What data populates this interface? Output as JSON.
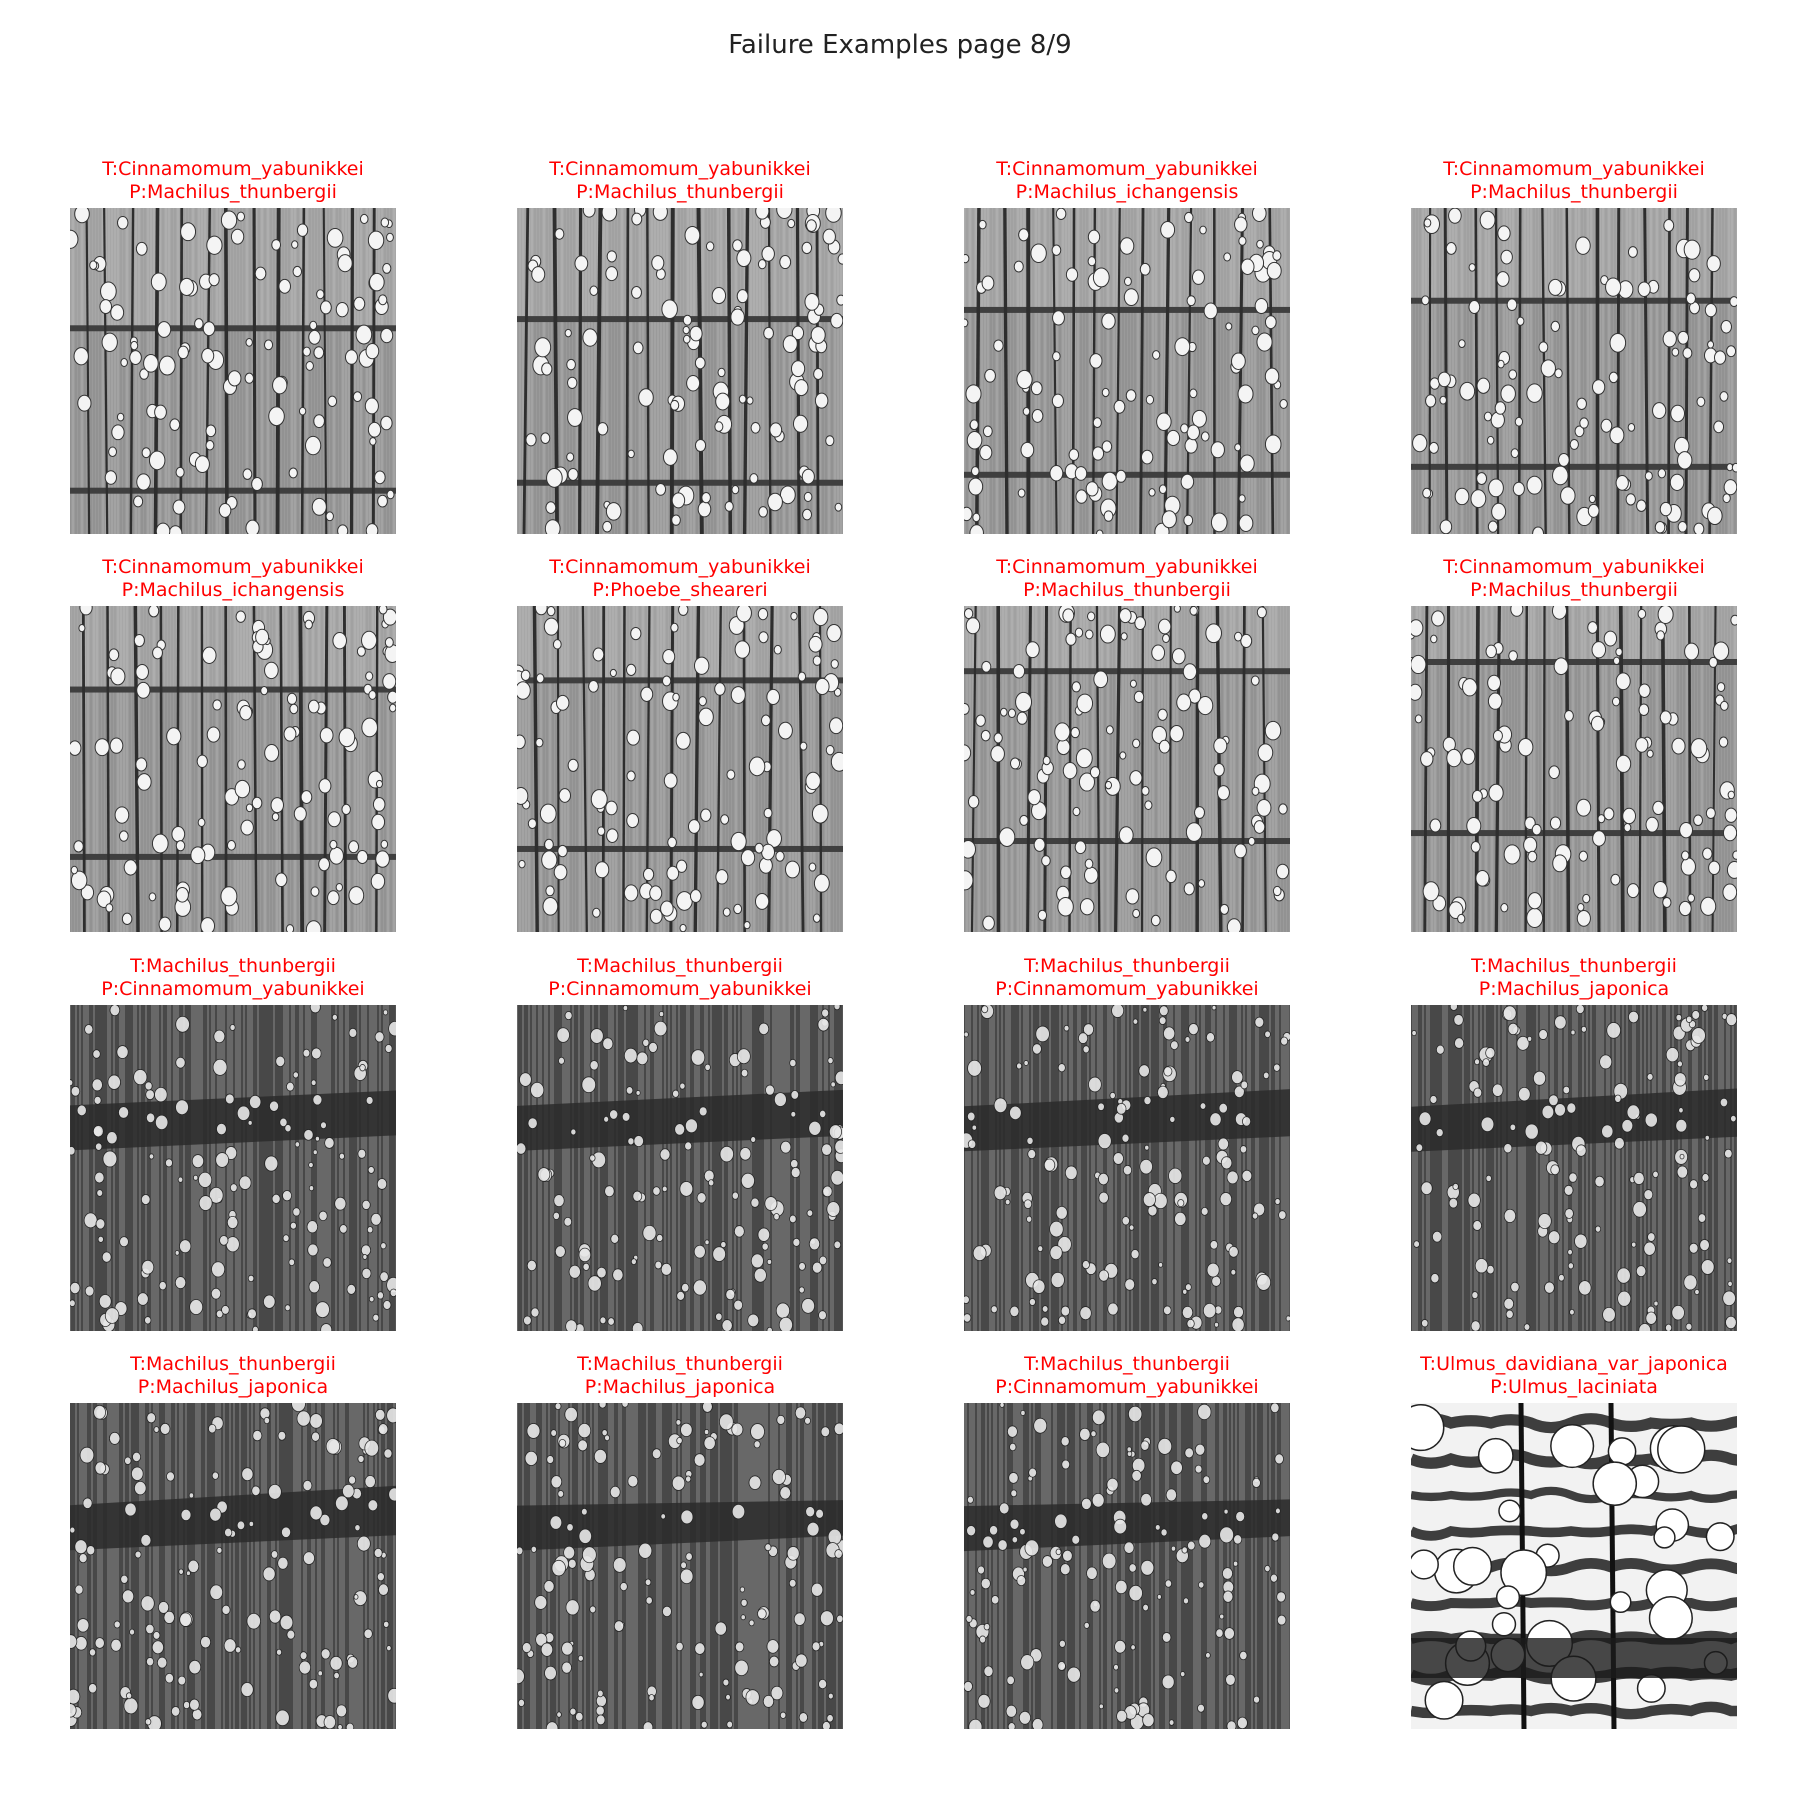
{
  "figure": {
    "title": "Failure Examples page 8/9"
  },
  "panels": [
    {
      "true_label": "T:Cinnamomum_yabunikkei",
      "pred_label": "P:Machilus_thunbergii",
      "texture": "light"
    },
    {
      "true_label": "T:Cinnamomum_yabunikkei",
      "pred_label": "P:Machilus_thunbergii",
      "texture": "light"
    },
    {
      "true_label": "T:Cinnamomum_yabunikkei",
      "pred_label": "P:Machilus_ichangensis",
      "texture": "light"
    },
    {
      "true_label": "T:Cinnamomum_yabunikkei",
      "pred_label": "P:Machilus_thunbergii",
      "texture": "light"
    },
    {
      "true_label": "T:Cinnamomum_yabunikkei",
      "pred_label": "P:Machilus_ichangensis",
      "texture": "light"
    },
    {
      "true_label": "T:Cinnamomum_yabunikkei",
      "pred_label": "P:Phoebe_sheareri",
      "texture": "light"
    },
    {
      "true_label": "T:Cinnamomum_yabunikkei",
      "pred_label": "P:Machilus_thunbergii",
      "texture": "light"
    },
    {
      "true_label": "T:Cinnamomum_yabunikkei",
      "pred_label": "P:Machilus_thunbergii",
      "texture": "light"
    },
    {
      "true_label": "T:Machilus_thunbergii",
      "pred_label": "P:Cinnamomum_yabunikkei",
      "texture": "dark"
    },
    {
      "true_label": "T:Machilus_thunbergii",
      "pred_label": "P:Cinnamomum_yabunikkei",
      "texture": "dark"
    },
    {
      "true_label": "T:Machilus_thunbergii",
      "pred_label": "P:Cinnamomum_yabunikkei",
      "texture": "dark"
    },
    {
      "true_label": "T:Machilus_thunbergii",
      "pred_label": "P:Machilus_japonica",
      "texture": "dark"
    },
    {
      "true_label": "T:Machilus_thunbergii",
      "pred_label": "P:Machilus_japonica",
      "texture": "dark"
    },
    {
      "true_label": "T:Machilus_thunbergii",
      "pred_label": "P:Machilus_japonica",
      "texture": "dark"
    },
    {
      "true_label": "T:Machilus_thunbergii",
      "pred_label": "P:Cinnamomum_yabunikkei",
      "texture": "dark"
    },
    {
      "true_label": "T:Ulmus_davidiana_var_japonica",
      "pred_label": "P:Ulmus_laciniata",
      "texture": "ulmus"
    }
  ],
  "colors": {
    "caption": "#ff0000"
  }
}
